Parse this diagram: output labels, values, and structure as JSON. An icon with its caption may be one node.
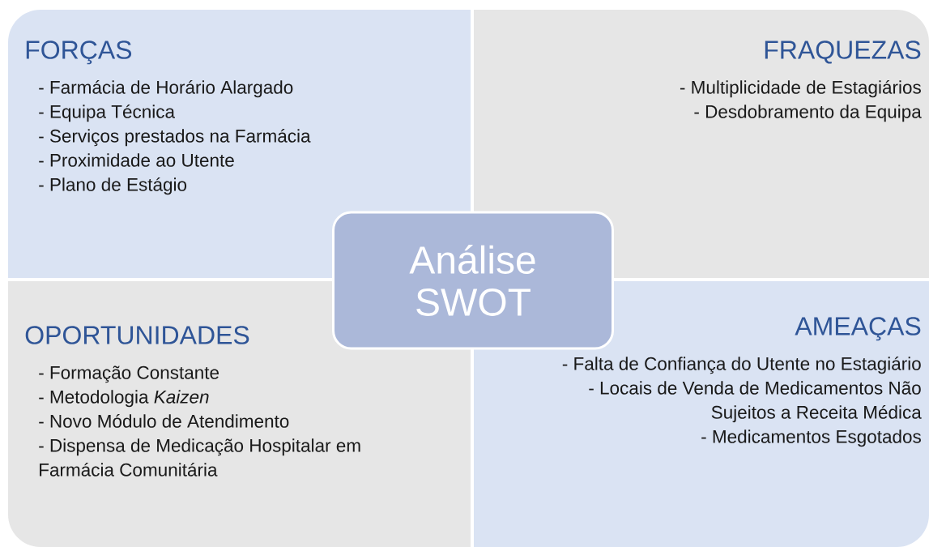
{
  "diagram": {
    "nodes": [
      {
        "text": [
          "FORÇAS",
          "- Farmácia de Horário Alargado",
          "- Equipa Técnica",
          "- Serviços prestados na Farmácia",
          "- Proximidade ao Utente",
          "- Plano de Estágio"
        ]
      },
      {
        "text": [
          "FRAQUEZAS",
          "- Multiplicidade de Estagiários",
          "- Desdobramento da Equipa"
        ]
      },
      {
        "text": [
          "Análise SWOT"
        ]
      },
      {
        "text": [
          "OPORTUNIDADES",
          "- Formação Constante",
          "- Metodologia *Kaizen*",
          "- Novo Módulo de Atendimento",
          "- Dispensa de Medicação Hospitalar em Farmácia Comunitária"
        ]
      },
      {
        "text": [
          "AMEAÇAS",
          "- Falta de Confiança do Utente no Estagiário",
          "- Locais de Venda de Medicamentos Não Sujeitos a Receita Médica",
          "- Medicamentos Esgotados"
        ]
      }
    ]
  }
}
